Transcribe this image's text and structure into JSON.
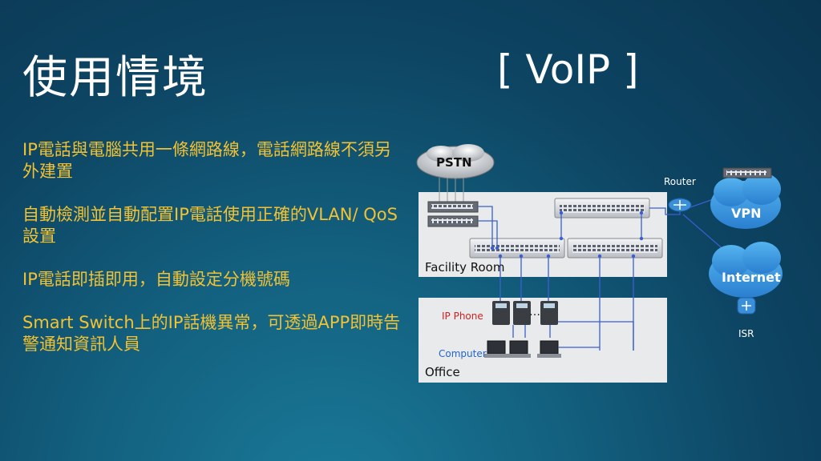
{
  "slide": {
    "title": "使用情境",
    "subtitle": "[ VoIP ]",
    "bullets": [
      "IP電話與電腦共用一條網路線，電話網路線不須另外建置",
      "自動檢測並自動配置IP電話使用正確的VLAN/ QoS設置",
      "IP電話即插即用，自動設定分機號碼",
      "Smart Switch上的IP話機異常，可透過APP即時告警通知資訊人員"
    ]
  },
  "diagram": {
    "pstn": "PSTN",
    "router": "Router",
    "vpn": "VPN",
    "internet": "Internet",
    "isr": "ISR",
    "facility_room": "Facility Room",
    "office": "Office",
    "ip_phone": "IP Phone",
    "computer": "Computer",
    "dots": "…",
    "colors": {
      "accent_text": "#f2c232",
      "ip_phone_label": "#cc2222",
      "computer_label": "#2266cc",
      "link_blue": "#3a5fd0",
      "cloud": "#2f8fd8"
    }
  }
}
